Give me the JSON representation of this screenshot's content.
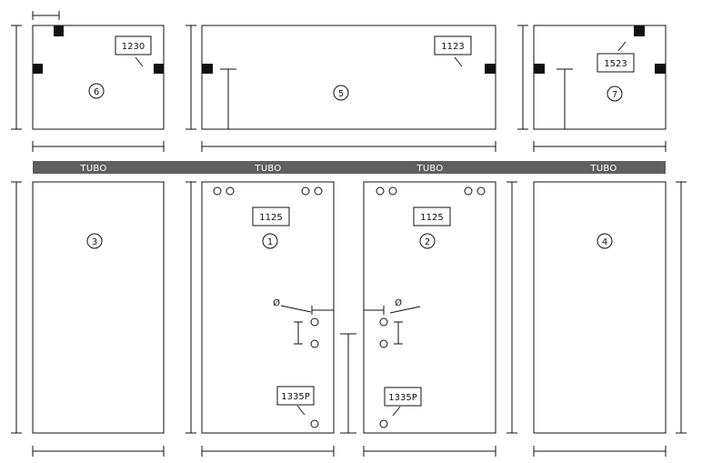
{
  "tube_label": "TUBO",
  "panels": [
    {
      "id": "panel-6",
      "number": "6",
      "code": "1230"
    },
    {
      "id": "panel-5",
      "number": "5",
      "code": "1123"
    },
    {
      "id": "panel-7",
      "number": "7",
      "code": "1523"
    },
    {
      "id": "panel-3",
      "number": "3"
    },
    {
      "id": "panel-1",
      "number": "1",
      "code": "1125",
      "hardware_code": "1335P",
      "diameter_symbol": "Ø"
    },
    {
      "id": "panel-2",
      "number": "2",
      "code": "1125",
      "hardware_code": "1335P",
      "diameter_symbol": "Ø"
    },
    {
      "id": "panel-4",
      "number": "4"
    }
  ],
  "colors": {
    "line": "#111111",
    "tube_fill": "#5f5f5f",
    "tube_text": "#ffffff",
    "bracket": "#111111"
  }
}
